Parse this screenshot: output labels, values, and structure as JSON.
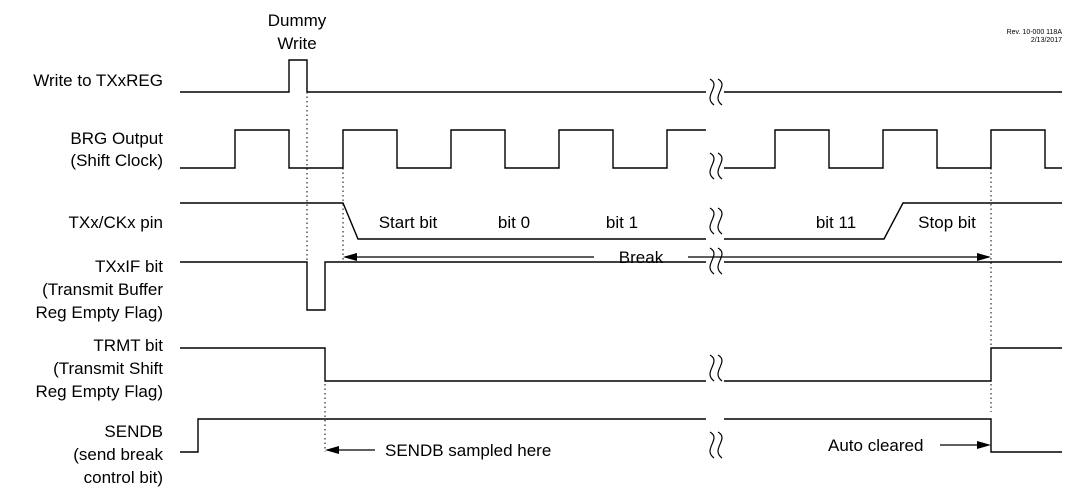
{
  "header": {
    "dummy_line1": "Dummy",
    "dummy_line2": "Write",
    "rev_line1": "Rev. 10-000 118A",
    "rev_line2": "2/13/2017"
  },
  "signals": {
    "txreg": [
      "Write to TXxREG"
    ],
    "brg": [
      "BRG Output",
      "(Shift Clock)"
    ],
    "txpin": [
      "TXx/CKx pin"
    ],
    "txif": [
      "TXxIF bit",
      "(Transmit Buffer",
      "Reg Empty Flag)"
    ],
    "trmt": [
      "TRMT bit",
      "(Transmit Shift",
      "Reg Empty Flag)"
    ],
    "sendb": [
      "SENDB",
      "(send break",
      "control bit)"
    ]
  },
  "bits": {
    "start": "Start bit",
    "bit0": "bit 0",
    "bit1": "bit 1",
    "bit11": "bit 11",
    "stop": "Stop bit"
  },
  "annotations": {
    "break": "Break",
    "sampled": "SENDB sampled here",
    "auto": "Auto cleared"
  }
}
